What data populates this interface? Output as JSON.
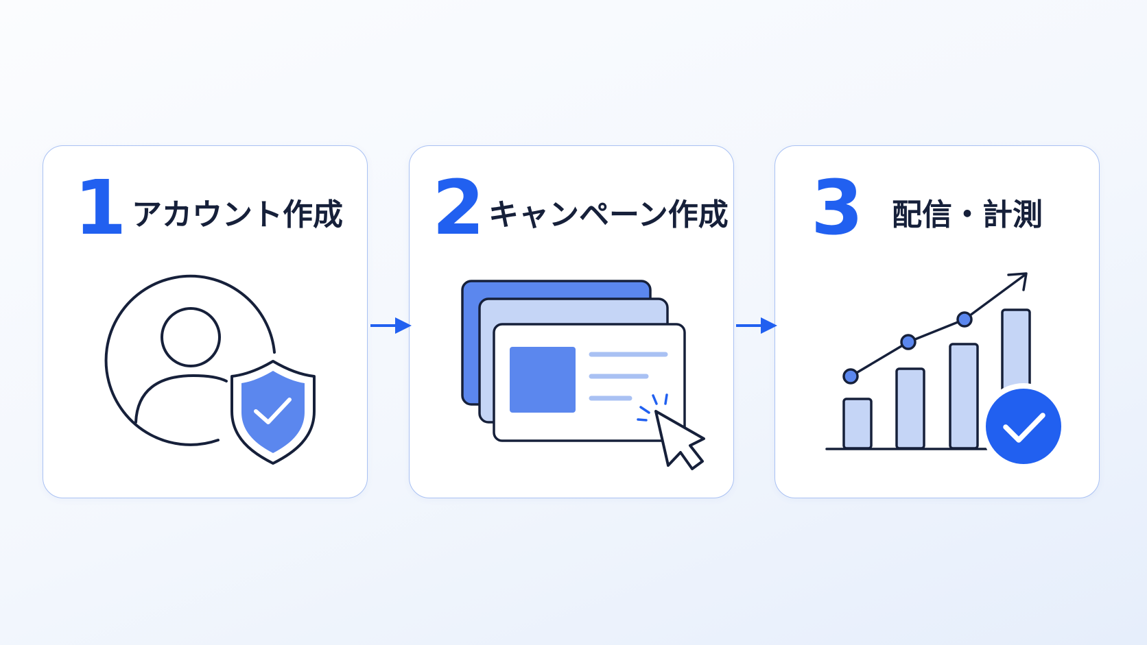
{
  "colors": {
    "accent": "#2160f0",
    "accent_mid": "#5b87ee",
    "accent_light": "#c5d5f6",
    "ink": "#16203a",
    "card_border": "#a9c1f3"
  },
  "steps": [
    {
      "number": "1",
      "title": "アカウント作成",
      "icon": "user-shield-icon"
    },
    {
      "number": "2",
      "title": "キャンペーン作成",
      "icon": "ad-windows-cursor-icon"
    },
    {
      "number": "3",
      "title": "配信・計測",
      "icon": "growth-chart-check-icon"
    }
  ],
  "connectors": [
    "arrow-right-icon",
    "arrow-right-icon"
  ]
}
